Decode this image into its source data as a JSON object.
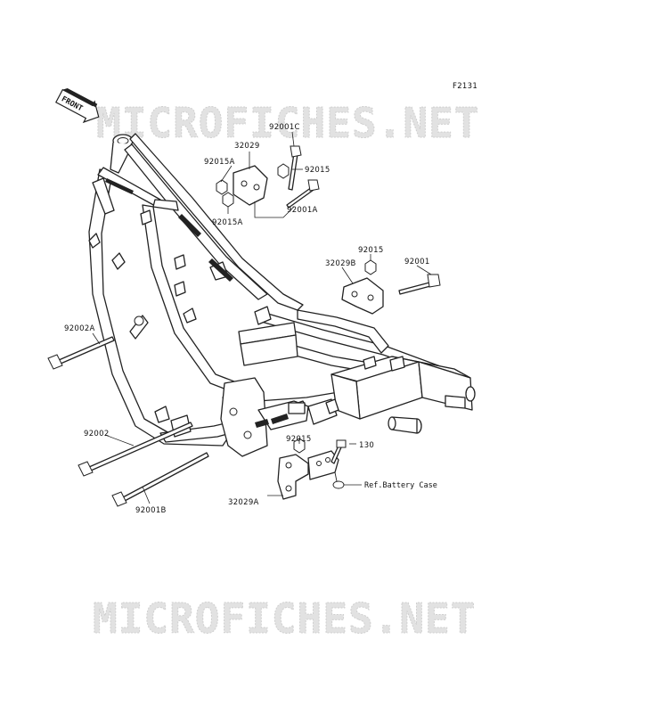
{
  "figure_code": "F2131",
  "front_label": "FRONT",
  "watermark_top": "MICROFICHES.NET",
  "watermark_bottom": "MICROFICHES.NET",
  "parts": {
    "p92001C": "92001C",
    "p32029": "32029",
    "p92015A_top": "92015A",
    "p92015_top": "92015",
    "p92015A_low": "92015A",
    "p92001A": "92001A",
    "p92015_mid": "92015",
    "p32029B": "32029B",
    "p92001": "92001",
    "p92002A": "92002A",
    "p92002": "92002",
    "p92001B": "92001B",
    "p92015_bottom": "92015",
    "p130": "130",
    "p32029A": "32029A"
  },
  "reference_note": "Ref.Battery Case"
}
